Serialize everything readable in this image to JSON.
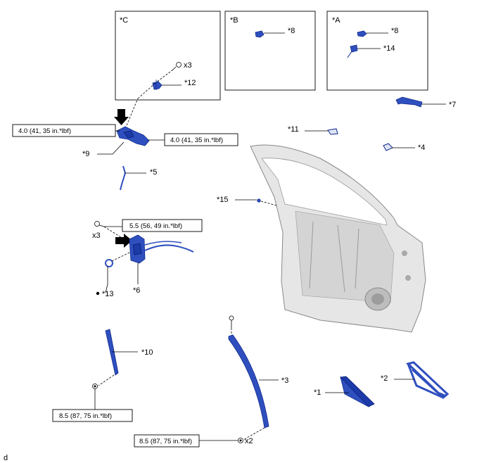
{
  "insets": {
    "c": {
      "title": "*C",
      "qty": "x3",
      "part12": "*12"
    },
    "b": {
      "title": "*B",
      "part8": "*8"
    },
    "a": {
      "title": "*A",
      "part8": "*8",
      "part14": "*14"
    }
  },
  "parts": {
    "p1": "*1",
    "p2": "*2",
    "p3": "*3",
    "p4": "*4",
    "p5": "*5",
    "p6": "*6",
    "p7": "*7",
    "p9": "*9",
    "p10": "*10",
    "p11": "*11",
    "p13": "*13",
    "p15": "*15"
  },
  "quantities": {
    "q6": "x3",
    "q3": "x2"
  },
  "torques": {
    "t9_left": "4.0 (41, 35 in.*lbf)",
    "t9_right": "4.0 (41, 35 in.*lbf)",
    "t6": "5.5 (56, 49 in.*lbf)",
    "t10": "8.5 (87, 75 in.*lbf)",
    "t3": "8.5 (87, 75 in.*lbf)"
  },
  "footer_code": "d",
  "colors": {
    "part_blue": "#2f4fbf",
    "door_gray": "#e6e6e6"
  }
}
